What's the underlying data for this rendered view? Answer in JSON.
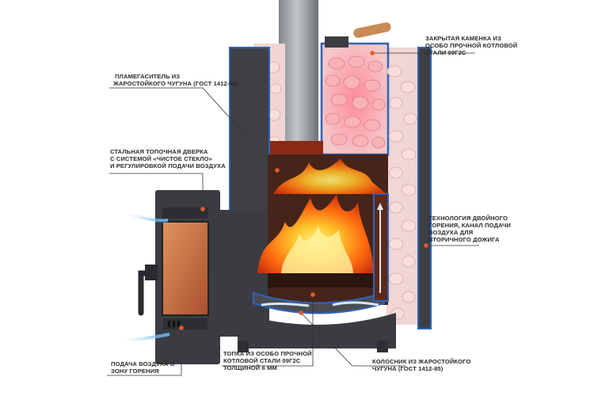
{
  "colors": {
    "background": "#ffffff",
    "steel_dark": "#3b3c40",
    "steel_mid": "#55575c",
    "outline_blue": "#2f63b8",
    "stones": "#f2d3d1",
    "stones_hot": "#f2a0a6",
    "flame_orange": "#ff7a10",
    "flame_yellow": "#ffd640",
    "glass": "#c76a3e",
    "leader_line": "#333333",
    "marker_dot": "#e85a2a"
  },
  "callouts": {
    "closed_stones": [
      "ЗАКРЫТАЯ КАМЕНКА ИЗ",
      "ОСОБО ПРОЧНОЙ КОТЛОВОЙ",
      "СТАЛИ 09Г2С"
    ],
    "flame_damper": [
      "ПЛАМЕГАСИТЕЛЬ ИЗ",
      "ЖАРОСТОЙКОГО ЧУГУНА (ГОСТ 1412-85)"
    ],
    "firebox_door": [
      "СТАЛЬНАЯ ТОПОЧНАЯ ДВЕРКА",
      "С СИСТЕМОЙ «ЧИСТОЕ СТЕКЛО»",
      "И РЕГУЛИРОВКОЙ ПОДАЧИ ВОЗДУХА"
    ],
    "double_burning": [
      "ТЕХНОЛОГИЯ ДВОЙНОГО",
      "ГОРЕНИЯ, КАНАЛ ПОДАЧИ",
      "ВОЗДУХА ДЛЯ",
      "ВТОРИЧНОГО ДОЖИГА"
    ],
    "air_supply": [
      "ПОДАЧА ВОЗДУХА В",
      "ЗОНУ ГОРЕНИЯ"
    ],
    "firebox_steel": [
      "ТОПКА ИЗ ОСОБО ПРОЧНОЙ",
      "КОТЛОВОЙ СТАЛИ 09Г2С",
      "ТОЛЩИНОЙ 6 ММ"
    ],
    "grate": [
      "КОЛОСНИК ИЗ ЖАРОСТОЙКОГО",
      "ЧУГУНА (ГОСТ 1412-85)"
    ]
  }
}
